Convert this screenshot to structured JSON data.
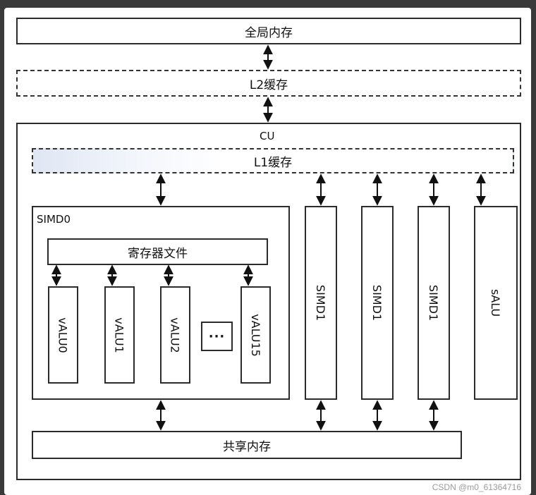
{
  "global_memory": "全局内存",
  "l2_cache": "L2缓存",
  "cu": {
    "label": "CU",
    "l1_cache": "L1缓存",
    "simd0": {
      "label": "SIMD0",
      "register_file": "寄存器文件",
      "valus": [
        "vALU0",
        "vALU1",
        "vALU2",
        "vALU15"
      ],
      "ellipsis": "···"
    },
    "simd1_units": [
      "SIMD1",
      "SIMD1",
      "SIMD1"
    ],
    "salu": "sALU",
    "shared_memory": "共享内存"
  },
  "watermark": "CSDN @m0_61364716"
}
